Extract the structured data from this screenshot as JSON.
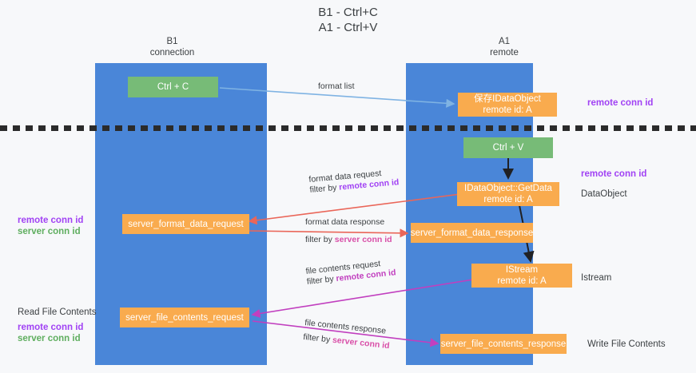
{
  "title": "B1 - Ctrl+C\nA1 - Ctrl+V",
  "columns": {
    "left": {
      "name": "B1",
      "role": "connection",
      "label": "B1\nconnection"
    },
    "right": {
      "name": "A1",
      "role": "remote",
      "label": "A1\nremote"
    }
  },
  "colors": {
    "lane": "#4a86d8",
    "green_box": "#77bb77",
    "orange_box": "#f9ab4e",
    "purple_label": "#a142f4",
    "green_label": "#5fae5f",
    "pink_label": "#d94fa8",
    "magenta_label": "#c13fbf",
    "background": "#f7f8fa",
    "divider": "#2b2b2b",
    "arrow_blue": "#7fb3e3",
    "arrow_red": "#ea6659",
    "arrow_magenta": "#c13fbf",
    "arrow_black": "#202124"
  },
  "boxes": {
    "ctrl_c": {
      "label": "Ctrl + C"
    },
    "ctrl_v": {
      "label": "Ctrl + V"
    },
    "store_dataobject": {
      "line1": "保存IDataObject",
      "line2": "remote id: A"
    },
    "getdata": {
      "line1": "IDataObject::GetData",
      "line2": "remote id: A"
    },
    "istream": {
      "line1": "IStream",
      "line2": "remote id: A"
    },
    "server_format_data_request": {
      "label": "server_format_data_request"
    },
    "server_format_data_response": {
      "label": "server_format_data_response"
    },
    "server_file_contents_request": {
      "label": "server_file_contents_request"
    },
    "server_file_contents_response": {
      "label": "server_file_contents_response"
    }
  },
  "captions": {
    "format_list": "format list",
    "format_data_request": {
      "line1": "format data request",
      "line2_prefix": "filter by ",
      "line2_highlight": "remote conn id"
    },
    "format_data_response": {
      "line1": "format data response",
      "line2_prefix": "filter by ",
      "line2_highlight": "server conn id"
    },
    "file_contents_request": {
      "line1": "file contents request",
      "line2_prefix": "filter by ",
      "line2_highlight": "remote conn id"
    },
    "file_contents_response": {
      "line1": "file contents response",
      "line2_prefix": "filter by ",
      "line2_highlight": "server conn id"
    }
  },
  "right_labels": {
    "remote_conn_id_top": "remote conn id",
    "remote_conn_id_mid": "remote conn id",
    "dataobject": "DataObject",
    "istream": "Istream",
    "write_file_contents": "Write File Contents"
  },
  "left_labels": {
    "remote_conn_id_mid": "remote conn id",
    "server_conn_id_mid": "server conn id",
    "read_file_contents": "Read File Contents",
    "remote_conn_id_bottom": "remote conn id",
    "server_conn_id_bottom": "server conn id"
  }
}
